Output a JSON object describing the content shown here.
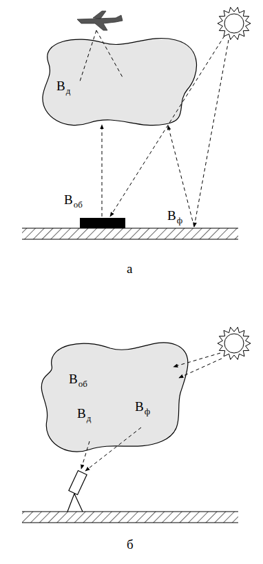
{
  "diagram": {
    "labels": [
      "В",
      "д",
      "В",
      "об",
      "В",
      "ф",
      "а",
      "В",
      "об",
      "В",
      "д",
      "В",
      "ф",
      "б"
    ]
  }
}
